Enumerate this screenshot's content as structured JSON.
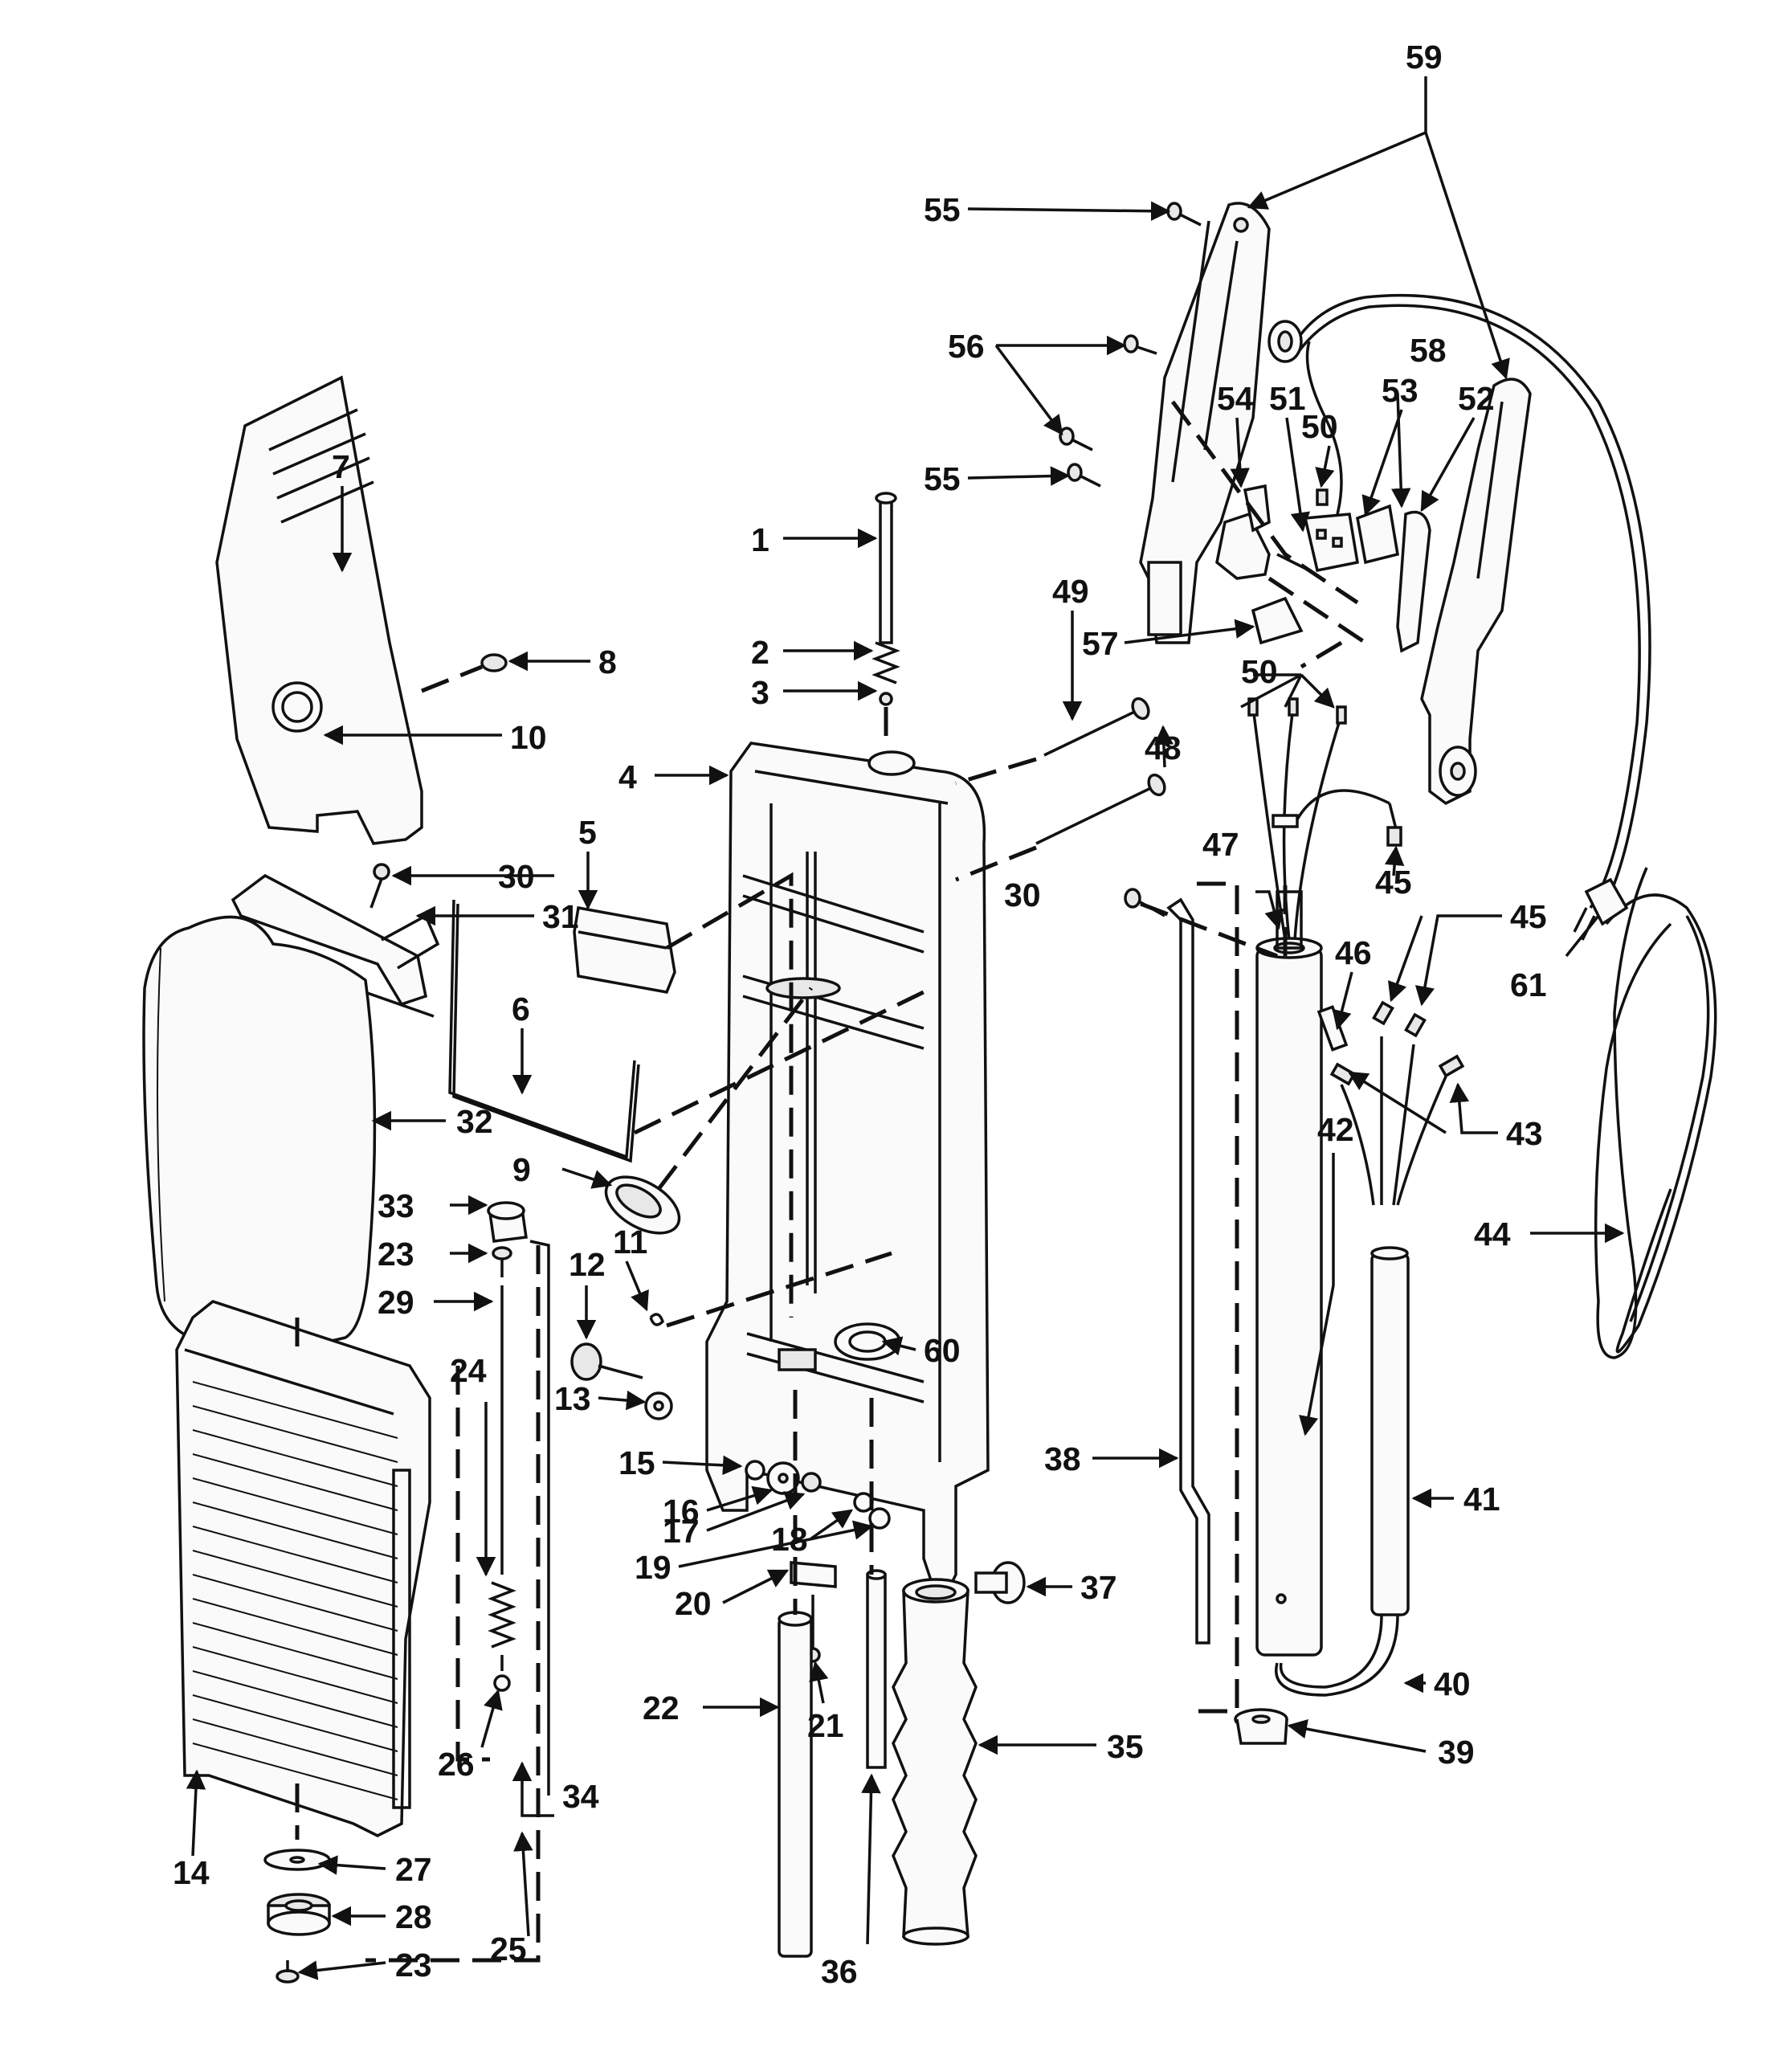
{
  "callouts": [
    {
      "id": "c1",
      "text": "1"
    },
    {
      "id": "c2",
      "text": "2"
    },
    {
      "id": "c3",
      "text": "3"
    },
    {
      "id": "c4",
      "text": "4"
    },
    {
      "id": "c5",
      "text": "5"
    },
    {
      "id": "c6",
      "text": "6"
    },
    {
      "id": "c7",
      "text": "7"
    },
    {
      "id": "c8",
      "text": "8"
    },
    {
      "id": "c9",
      "text": "9"
    },
    {
      "id": "c10",
      "text": "10"
    },
    {
      "id": "c11",
      "text": "11"
    },
    {
      "id": "c12",
      "text": "12"
    },
    {
      "id": "c13",
      "text": "13"
    },
    {
      "id": "c14",
      "text": "14"
    },
    {
      "id": "c15",
      "text": "15"
    },
    {
      "id": "c16",
      "text": "16"
    },
    {
      "id": "c17",
      "text": "17"
    },
    {
      "id": "c18",
      "text": "18"
    },
    {
      "id": "c19",
      "text": "19"
    },
    {
      "id": "c20",
      "text": "20"
    },
    {
      "id": "c21",
      "text": "21"
    },
    {
      "id": "c22",
      "text": "22"
    },
    {
      "id": "c23a",
      "text": "23"
    },
    {
      "id": "c23b",
      "text": "23"
    },
    {
      "id": "c24",
      "text": "24"
    },
    {
      "id": "c25",
      "text": "25"
    },
    {
      "id": "c26",
      "text": "26"
    },
    {
      "id": "c27",
      "text": "27"
    },
    {
      "id": "c28",
      "text": "28"
    },
    {
      "id": "c29",
      "text": "29"
    },
    {
      "id": "c30a",
      "text": "30"
    },
    {
      "id": "c30b",
      "text": "30"
    },
    {
      "id": "c31",
      "text": "31"
    },
    {
      "id": "c32",
      "text": "32"
    },
    {
      "id": "c33",
      "text": "33"
    },
    {
      "id": "c34",
      "text": "34"
    },
    {
      "id": "c35",
      "text": "35"
    },
    {
      "id": "c36",
      "text": "36"
    },
    {
      "id": "c37",
      "text": "37"
    },
    {
      "id": "c38",
      "text": "38"
    },
    {
      "id": "c39",
      "text": "39"
    },
    {
      "id": "c40",
      "text": "40"
    },
    {
      "id": "c41",
      "text": "41"
    },
    {
      "id": "c42",
      "text": "42"
    },
    {
      "id": "c43",
      "text": "43"
    },
    {
      "id": "c44",
      "text": "44"
    },
    {
      "id": "c45a",
      "text": "45"
    },
    {
      "id": "c45b",
      "text": "45"
    },
    {
      "id": "c46",
      "text": "46"
    },
    {
      "id": "c47",
      "text": "47"
    },
    {
      "id": "c48",
      "text": "48"
    },
    {
      "id": "c49",
      "text": "49"
    },
    {
      "id": "c50a",
      "text": "50"
    },
    {
      "id": "c50b",
      "text": "50"
    },
    {
      "id": "c51",
      "text": "51"
    },
    {
      "id": "c52",
      "text": "52"
    },
    {
      "id": "c53",
      "text": "53"
    },
    {
      "id": "c54",
      "text": "54"
    },
    {
      "id": "c55a",
      "text": "55"
    },
    {
      "id": "c55b",
      "text": "55"
    },
    {
      "id": "c56",
      "text": "56"
    },
    {
      "id": "c57",
      "text": "57"
    },
    {
      "id": "c58",
      "text": "58"
    },
    {
      "id": "c59",
      "text": "59"
    },
    {
      "id": "c60",
      "text": "60"
    },
    {
      "id": "c61",
      "text": "61"
    }
  ]
}
